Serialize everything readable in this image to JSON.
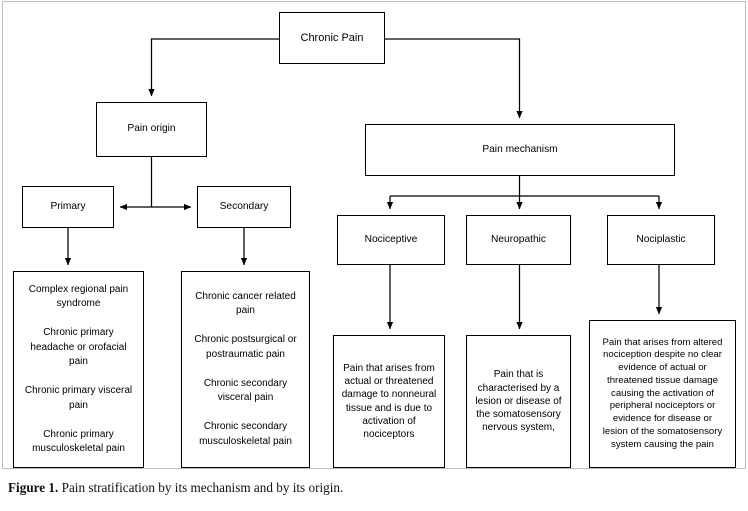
{
  "figure": {
    "caption_label": "Figure 1.",
    "caption_text": " Pain stratification by its mechanism and by its origin.",
    "colors": {
      "line": "#000000",
      "box_border": "#000000",
      "frame": "#bdbdbd",
      "background": "#ffffff"
    }
  },
  "nodes": {
    "root": {
      "label": "Chronic Pain"
    },
    "origin_branch": {
      "label": "Pain origin",
      "children": [
        {
          "label": "Primary"
        },
        {
          "label": "Secondary"
        }
      ],
      "primary_list": "Complex regional pain\nsyndrome\n\nChronic primary\nheadache or orofacial\npain\n\nChronic primary visceral\npain\n\nChronic primary\nmusculoskeletal pain",
      "secondary_list": "Chronic cancer related\npain\n\nChronic postsurgical or\npostraumatic pain\n\nChronic secondary\nvisceral pain\n\nChronic secondary\nmusculoskeletal pain"
    },
    "mechanism_branch": {
      "label": "Pain mechanism",
      "children": [
        {
          "label": "Nociceptive",
          "definition": "Pain that arises from\nactual or threatened\ndamage to nonneural\ntissue and is due to\nactivation of\nnociceptors"
        },
        {
          "label": "Neuropathic",
          "definition": "Pain that is\ncharacterised by a\nlesion or disease of\nthe somatosensory\nnervous system,"
        },
        {
          "label": "Nociplastic",
          "definition": "Pain that arises from altered\nnociception despite no clear\nevidence of actual or\nthreatened tissue damage\ncausing the activation of\nperipheral nociceptors or\nevidence for disease or\nlesion of the somatosensory\nsystem causing the pain"
        }
      ]
    }
  }
}
